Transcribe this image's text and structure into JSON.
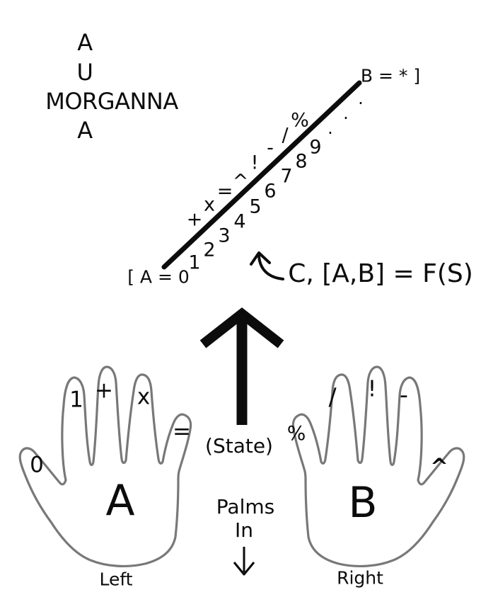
{
  "colors": {
    "ink": "#0c0c0c",
    "hand_outline": "#787878"
  },
  "acrostic": {
    "letters": [
      "A",
      "U",
      "MORGANNA",
      "A"
    ]
  },
  "scale": {
    "start_label": "[ A = 0",
    "end_label": "B = * ]",
    "numbers": [
      "1",
      "2",
      "3",
      "4",
      "5",
      "6",
      "7",
      "8",
      "9"
    ],
    "ellipsis_dots": [
      "·",
      "·",
      "·"
    ],
    "operators": [
      "+",
      "x",
      "=",
      "^",
      "!",
      "-",
      "/",
      "%"
    ]
  },
  "formula": {
    "text": "C, [A,B] = F(S)"
  },
  "state": {
    "label": "(State)"
  },
  "hands": {
    "left": {
      "palm_label": "A",
      "caption": "Left",
      "fingers": {
        "thumb": "0",
        "index": "1",
        "middle": "+",
        "ring": "x",
        "pinky": "="
      }
    },
    "right": {
      "palm_label": "B",
      "caption": "Right",
      "fingers": {
        "pinky": "%",
        "ring": "/",
        "middle": "!",
        "index": "-",
        "thumb": "^"
      }
    }
  },
  "palms_note": {
    "line1": "Palms",
    "line2": "In"
  }
}
